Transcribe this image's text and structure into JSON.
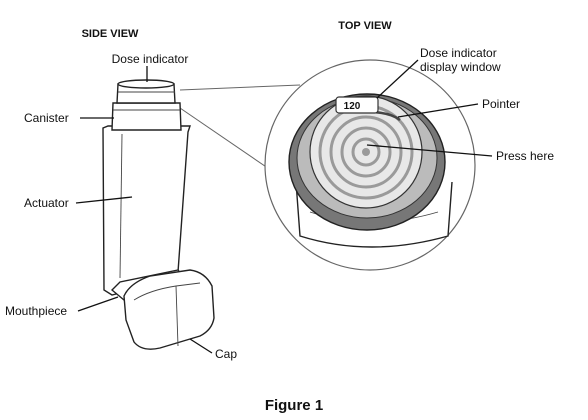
{
  "headings": {
    "side_view": "SIDE VIEW",
    "top_view": "TOP VIEW"
  },
  "labels": {
    "dose_indicator": "Dose indicator",
    "canister": "Canister",
    "actuator": "Actuator",
    "mouthpiece": "Mouthpiece",
    "cap": "Cap",
    "dose_window_line1": "Dose indicator",
    "dose_window_line2": "display window",
    "pointer": "Pointer",
    "press_here": "Press here"
  },
  "counter_value": "120",
  "caption": "Figure 1"
}
